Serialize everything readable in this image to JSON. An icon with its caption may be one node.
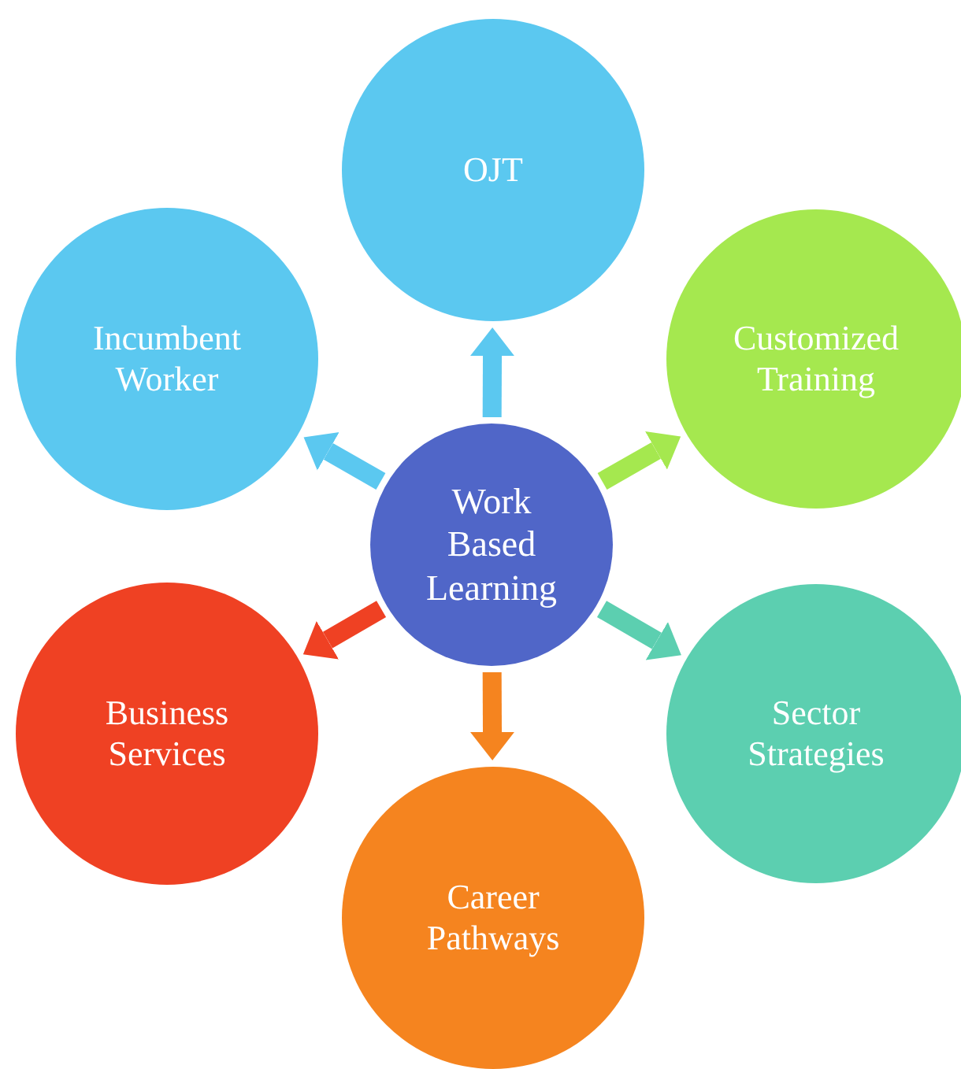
{
  "diagram": {
    "nodes": [
      {
        "text": [
          "Work Based Learning"
        ]
      },
      {
        "text": [
          "OJT"
        ]
      },
      {
        "text": [
          "Customized Training"
        ]
      },
      {
        "text": [
          "Sector Strategies"
        ]
      },
      {
        "text": [
          "Career Pathways"
        ]
      },
      {
        "text": [
          "Business Services"
        ]
      },
      {
        "text": [
          "Incumbent Worker"
        ]
      }
    ],
    "edges": [
      {
        "from": 0,
        "to": 1,
        "arrow": "to",
        "color": "#5bc8f0"
      },
      {
        "from": 0,
        "to": 2,
        "arrow": "to",
        "color": "#a5e84f"
      },
      {
        "from": 0,
        "to": 3,
        "arrow": "to",
        "color": "#5ccfb0"
      },
      {
        "from": 0,
        "to": 4,
        "arrow": "to",
        "color": "#f5841f"
      },
      {
        "from": 0,
        "to": 5,
        "arrow": "to",
        "color": "#ef4123"
      },
      {
        "from": 0,
        "to": 6,
        "arrow": "to",
        "color": "#5bc8f0"
      }
    ]
  }
}
